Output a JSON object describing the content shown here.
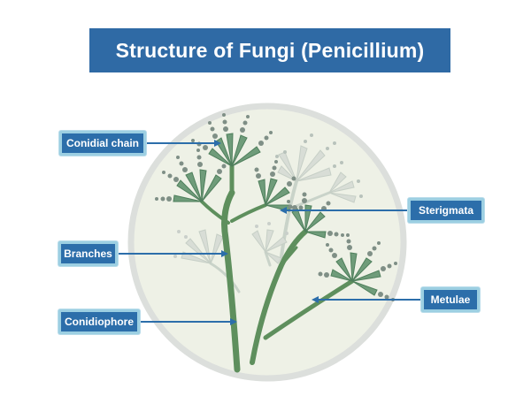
{
  "title": "Structure of Fungi (Penicillium)",
  "labels": {
    "conidial_chain": "Conidial chain",
    "branches": "Branches",
    "conidiophore": "Conidiophore",
    "sterigmata": "Sterigmata",
    "metulae": "Metulae"
  },
  "colors": {
    "title_bg": "#2f6aa5",
    "label_bg": "#2c6eaa",
    "label_border": "#9ccfe2",
    "arrow": "#2c6eaa",
    "stalk": "#5e8f5d",
    "circle_fill": "#eef1e6",
    "circle_ring": "#dcdfdc"
  }
}
